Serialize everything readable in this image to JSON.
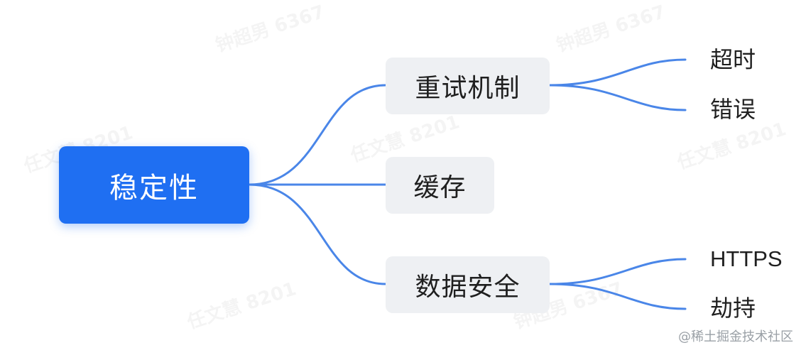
{
  "diagram": {
    "root": {
      "label": "稳定性"
    },
    "branches": [
      {
        "label": "重试机制",
        "children": [
          "超时",
          "错误"
        ]
      },
      {
        "label": "缓存",
        "children": []
      },
      {
        "label": "数据安全",
        "children": [
          "HTTPS",
          "劫持"
        ]
      }
    ],
    "edge_color": "#4a86e8",
    "root_color": "#1f6ff2",
    "node_bg_color": "#eef0f3"
  },
  "watermarks": [
    "钟超男 6367",
    "钟超男 6367",
    "任文慧 8201",
    "任文慧 8201",
    "任文慧 8201",
    "任文慧 8201",
    "钟超男 6367"
  ],
  "footer": {
    "credit": "@稀土掘金技术社区"
  }
}
